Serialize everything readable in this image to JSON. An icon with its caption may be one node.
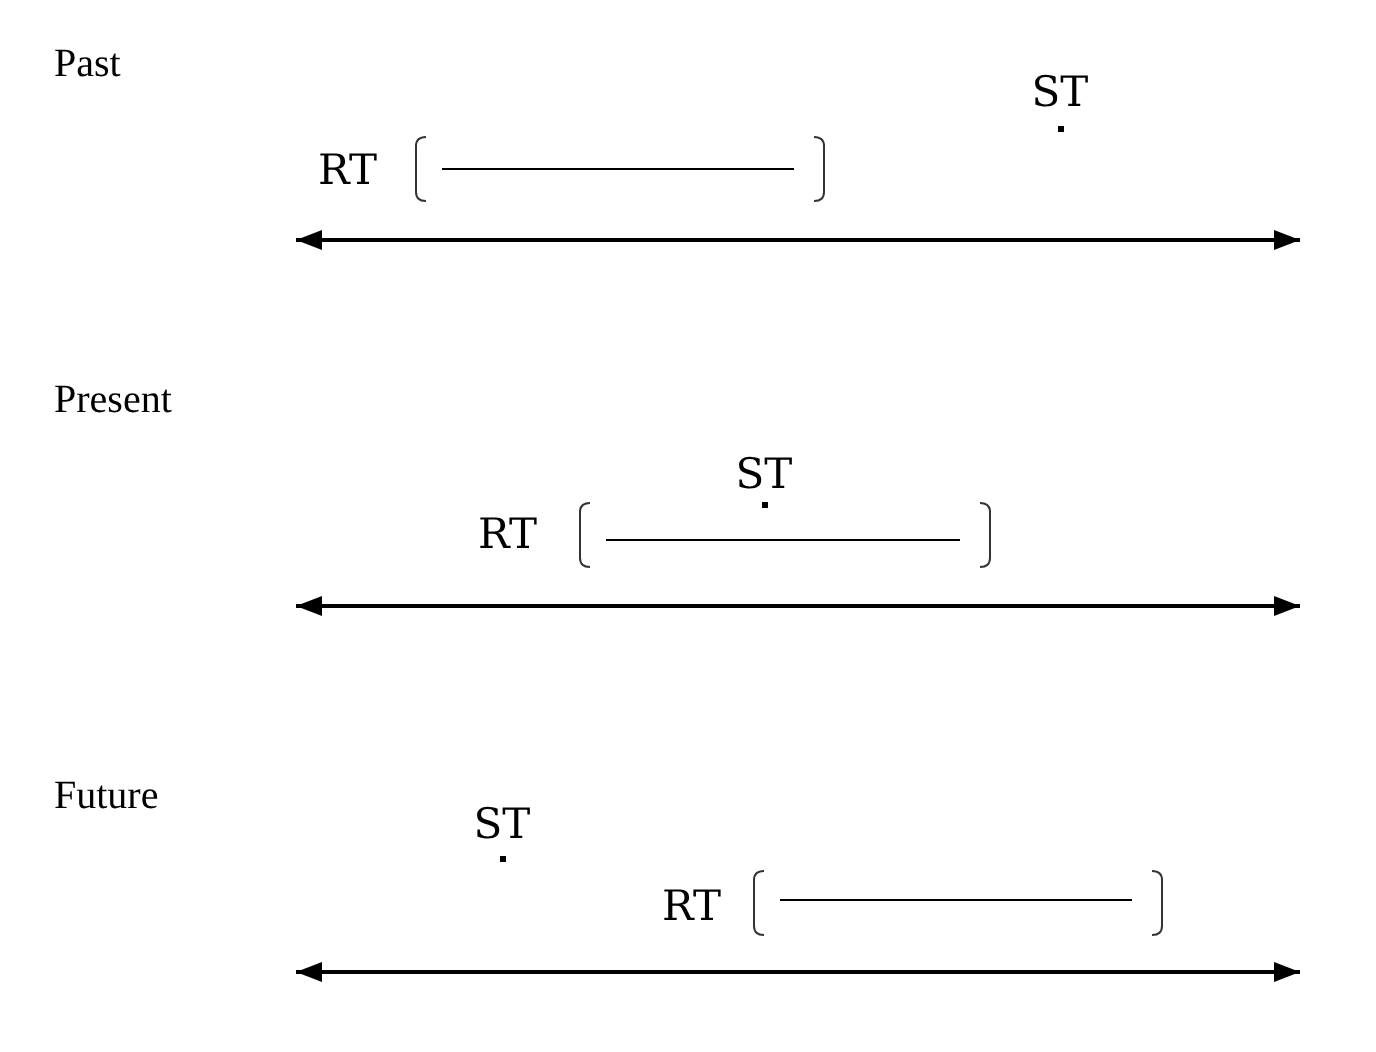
{
  "diagram": {
    "labels": [
      "Past",
      "ST",
      "RT",
      "Present",
      "ST",
      "RT",
      "Future",
      "ST",
      "RT"
    ]
  }
}
